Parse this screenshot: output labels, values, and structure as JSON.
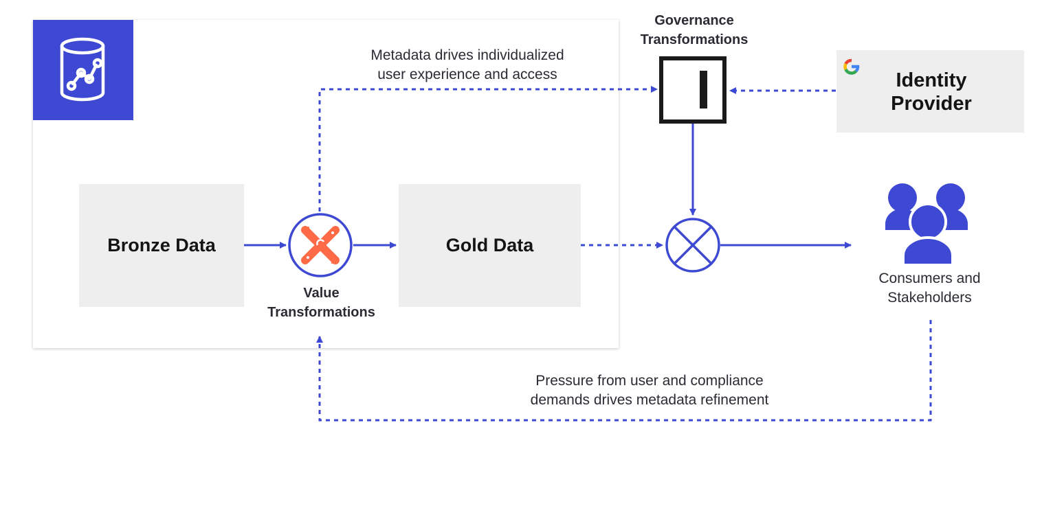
{
  "nodes": {
    "bronze": "Bronze Data",
    "gold": "Gold Data",
    "value_transformations": "Value\nTransformations",
    "governance_transformations": "Governance\nTransformations",
    "identity_provider": "Identity\nProvider",
    "consumers": "Consumers and\nStakeholders"
  },
  "edge_labels": {
    "metadata": "Metadata drives individualized\nuser experience and access",
    "pressure": "Pressure from user and compliance\ndemands drives metadata refinement"
  },
  "icons": {
    "platform": "database-chart-icon",
    "value_transform": "dbt-logo-icon",
    "governance": "immuta-logo-icon",
    "identity": "google-g-icon",
    "consumers": "users-group-icon",
    "join": "circle-x-icon"
  },
  "colors": {
    "accent": "#3d48d3",
    "tile_bg": "#eeeeee",
    "dbt_orange": "#fe6a45"
  }
}
